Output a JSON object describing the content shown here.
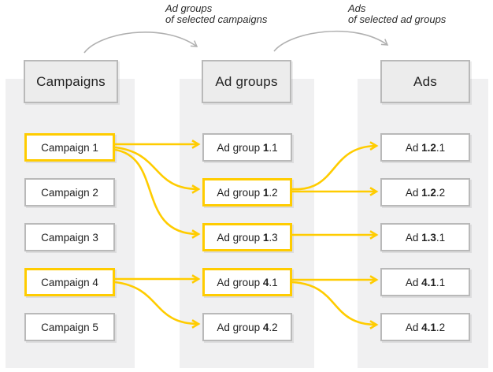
{
  "diagram": {
    "captions": {
      "ad_groups": {
        "line1": "Ad groups",
        "line2": "of selected campaigns"
      },
      "ads": {
        "line1": "Ads",
        "line2": "of selected ad groups"
      }
    },
    "columns": [
      {
        "header": "Campaigns",
        "items": [
          {
            "pre": "Campaign 1",
            "bold": "",
            "post": "",
            "highlighted": true
          },
          {
            "pre": "Campaign 2",
            "bold": "",
            "post": "",
            "highlighted": false
          },
          {
            "pre": "Campaign 3",
            "bold": "",
            "post": "",
            "highlighted": false
          },
          {
            "pre": "Campaign 4",
            "bold": "",
            "post": "",
            "highlighted": true
          },
          {
            "pre": "Campaign 5",
            "bold": "",
            "post": "",
            "highlighted": false
          }
        ]
      },
      {
        "header": "Ad groups",
        "items": [
          {
            "pre": "Ad group ",
            "bold": "1",
            "post": ".1",
            "highlighted": false
          },
          {
            "pre": "Ad group ",
            "bold": "1",
            "post": ".2",
            "highlighted": true
          },
          {
            "pre": "Ad group ",
            "bold": "1",
            "post": ".3",
            "highlighted": true
          },
          {
            "pre": "Ad group ",
            "bold": "4",
            "post": ".1",
            "highlighted": true
          },
          {
            "pre": "Ad group ",
            "bold": "4",
            "post": ".2",
            "highlighted": false
          }
        ]
      },
      {
        "header": "Ads",
        "items": [
          {
            "pre": "Ad ",
            "bold": "1.2",
            "post": ".1",
            "highlighted": false
          },
          {
            "pre": "Ad ",
            "bold": "1.2",
            "post": ".2",
            "highlighted": false
          },
          {
            "pre": "Ad ",
            "bold": "1.3",
            "post": ".1",
            "highlighted": false
          },
          {
            "pre": "Ad ",
            "bold": "4.1",
            "post": ".1",
            "highlighted": false
          },
          {
            "pre": "Ad ",
            "bold": "4.1",
            "post": ".2",
            "highlighted": false
          }
        ]
      }
    ],
    "edges": [
      {
        "from": "Campaign 1",
        "to": "Ad group 1.1"
      },
      {
        "from": "Campaign 1",
        "to": "Ad group 1.2"
      },
      {
        "from": "Campaign 1",
        "to": "Ad group 1.3"
      },
      {
        "from": "Campaign 4",
        "to": "Ad group 4.1"
      },
      {
        "from": "Campaign 4",
        "to": "Ad group 4.2"
      },
      {
        "from": "Ad group 1.2",
        "to": "Ad 1.2.1"
      },
      {
        "from": "Ad group 1.2",
        "to": "Ad 1.2.2"
      },
      {
        "from": "Ad group 1.3",
        "to": "Ad 1.3.1"
      },
      {
        "from": "Ad group 4.1",
        "to": "Ad 4.1.1"
      },
      {
        "from": "Ad group 4.1",
        "to": "Ad 4.1.2"
      }
    ],
    "colors": {
      "highlight_yellow": "#ffcc00",
      "box_border_gray": "#b9b9b9",
      "column_band_fill": "#f0f0f1",
      "header_fill": "#ececec",
      "text": "#222222",
      "flow_arrow_gray": "#b0b0b0"
    }
  }
}
